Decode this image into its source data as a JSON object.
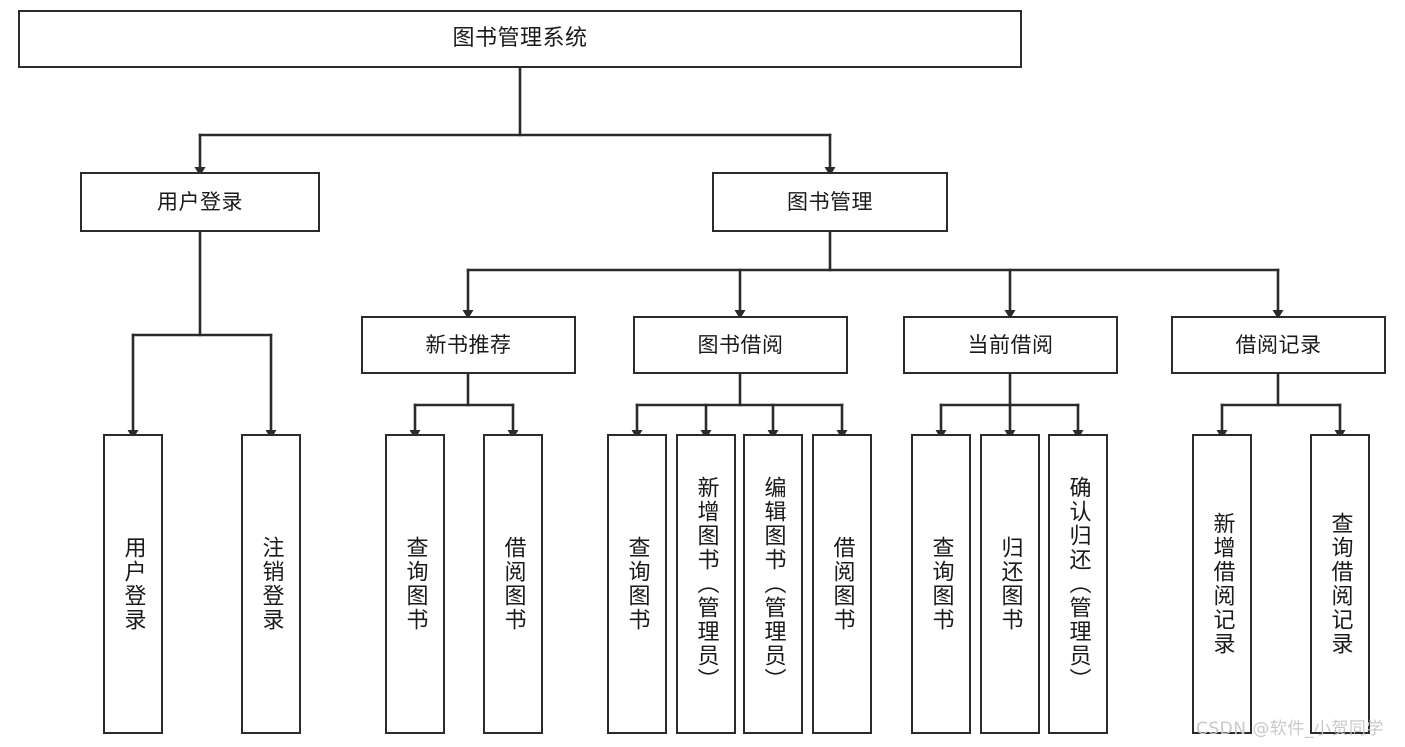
{
  "diagram": {
    "title": "图书管理系统",
    "type": "hierarchy-tree",
    "watermark": "CSDN @软件_小贺同学",
    "colors": {
      "background": "#ffffff",
      "box_border": "#2b2b2b",
      "box_fill": "#ffffff",
      "text": "#1a1a1a",
      "edge": "#2b2b2b",
      "watermark": "#c9c9c9"
    },
    "levels": [
      {
        "level": 0,
        "nodes": [
          {
            "id": "root",
            "label": "图书管理系统",
            "orientation": "horizontal"
          }
        ]
      },
      {
        "level": 1,
        "nodes": [
          {
            "id": "user-login",
            "label": "用户登录",
            "orientation": "horizontal",
            "parent": "root"
          },
          {
            "id": "book-manage",
            "label": "图书管理",
            "orientation": "horizontal",
            "parent": "root"
          }
        ]
      },
      {
        "level": 2,
        "nodes": [
          {
            "id": "new-book-rec",
            "label": "新书推荐",
            "orientation": "horizontal",
            "parent": "book-manage"
          },
          {
            "id": "book-borrow",
            "label": "图书借阅",
            "orientation": "horizontal",
            "parent": "book-manage"
          },
          {
            "id": "current-borrow",
            "label": "当前借阅",
            "orientation": "horizontal",
            "parent": "book-manage"
          },
          {
            "id": "borrow-record",
            "label": "借阅记录",
            "orientation": "horizontal",
            "parent": "book-manage"
          }
        ]
      },
      {
        "level": 3,
        "nodes": [
          {
            "id": "leaf-user-login",
            "label": "用户登录",
            "orientation": "vertical",
            "parent": "user-login"
          },
          {
            "id": "leaf-user-logout",
            "label": "注销登录",
            "orientation": "vertical",
            "parent": "user-login"
          },
          {
            "id": "leaf-query-book-1",
            "label": "查询图书",
            "orientation": "vertical",
            "parent": "new-book-rec"
          },
          {
            "id": "leaf-borrow-book-1",
            "label": "借阅图书",
            "orientation": "vertical",
            "parent": "new-book-rec"
          },
          {
            "id": "leaf-query-book-2",
            "label": "查询图书",
            "orientation": "vertical",
            "parent": "book-borrow"
          },
          {
            "id": "leaf-add-book",
            "label": "新增图书（管理员）",
            "orientation": "vertical",
            "parent": "book-borrow"
          },
          {
            "id": "leaf-edit-book",
            "label": "编辑图书（管理员）",
            "orientation": "vertical",
            "parent": "book-borrow"
          },
          {
            "id": "leaf-borrow-book-2",
            "label": "借阅图书",
            "orientation": "vertical",
            "parent": "book-borrow"
          },
          {
            "id": "leaf-query-book-3",
            "label": "查询图书",
            "orientation": "vertical",
            "parent": "current-borrow"
          },
          {
            "id": "leaf-return-book",
            "label": "归还图书",
            "orientation": "vertical",
            "parent": "current-borrow"
          },
          {
            "id": "leaf-confirm-return",
            "label": "确认归还（管理员）",
            "orientation": "vertical",
            "parent": "current-borrow"
          },
          {
            "id": "leaf-add-record",
            "label": "新增借阅记录",
            "orientation": "vertical",
            "parent": "borrow-record"
          },
          {
            "id": "leaf-query-record",
            "label": "查询借阅记录",
            "orientation": "vertical",
            "parent": "borrow-record"
          }
        ]
      }
    ]
  }
}
